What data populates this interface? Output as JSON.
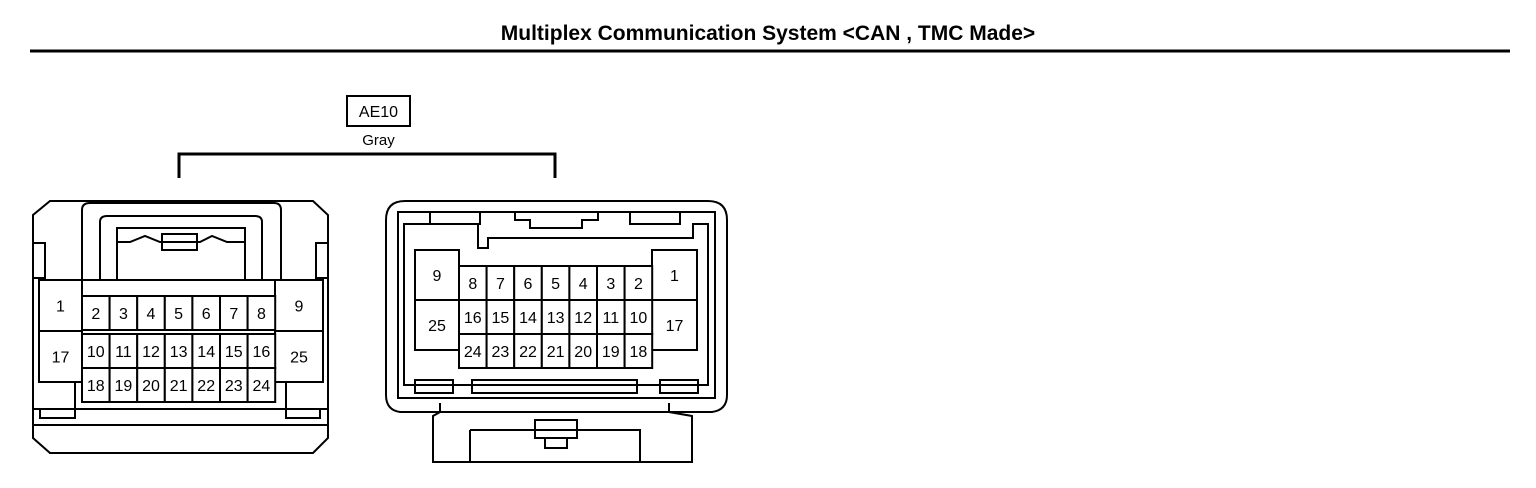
{
  "title": "Multiplex Communication System <CAN , TMC Made>",
  "connector": {
    "code": "AE10",
    "color": "Gray"
  },
  "left_connector": {
    "top_row": [
      "1",
      "2",
      "3",
      "4",
      "5",
      "6",
      "7",
      "8",
      "9"
    ],
    "middle_row": [
      "17",
      "10",
      "11",
      "12",
      "13",
      "14",
      "15",
      "16",
      "25"
    ],
    "bottom_row": [
      "18",
      "19",
      "20",
      "21",
      "22",
      "23",
      "24"
    ]
  },
  "right_connector": {
    "top_row": [
      "9",
      "8",
      "7",
      "6",
      "5",
      "4",
      "3",
      "2",
      "1"
    ],
    "middle_row": [
      "25",
      "16",
      "15",
      "14",
      "13",
      "12",
      "11",
      "10",
      "17"
    ],
    "bottom_row": [
      "24",
      "23",
      "22",
      "21",
      "20",
      "19",
      "18"
    ]
  }
}
